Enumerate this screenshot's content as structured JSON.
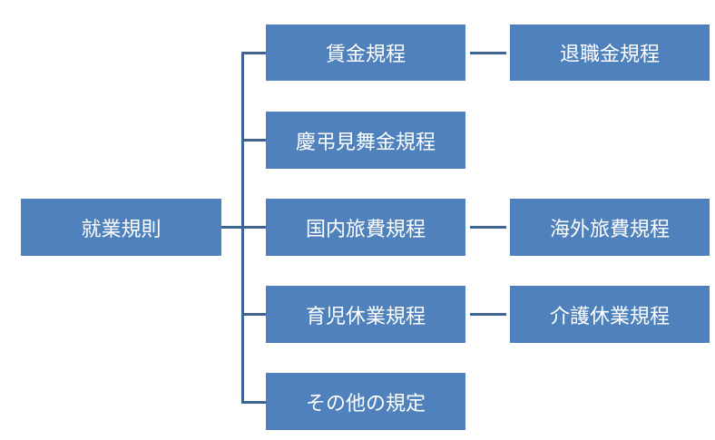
{
  "colors": {
    "box_fill": "#4f81bd",
    "box_text": "#ffffff",
    "connector": "#3c6494"
  },
  "root": {
    "label": "就業規則"
  },
  "children": [
    {
      "label": "賃金規程",
      "child": {
        "label": "退職金規程"
      }
    },
    {
      "label": "慶弔見舞金規程"
    },
    {
      "label": "国内旅費規程",
      "child": {
        "label": "海外旅費規程"
      }
    },
    {
      "label": "育児休業規程",
      "child": {
        "label": "介護休業規程"
      }
    },
    {
      "label": "その他の規定"
    }
  ]
}
